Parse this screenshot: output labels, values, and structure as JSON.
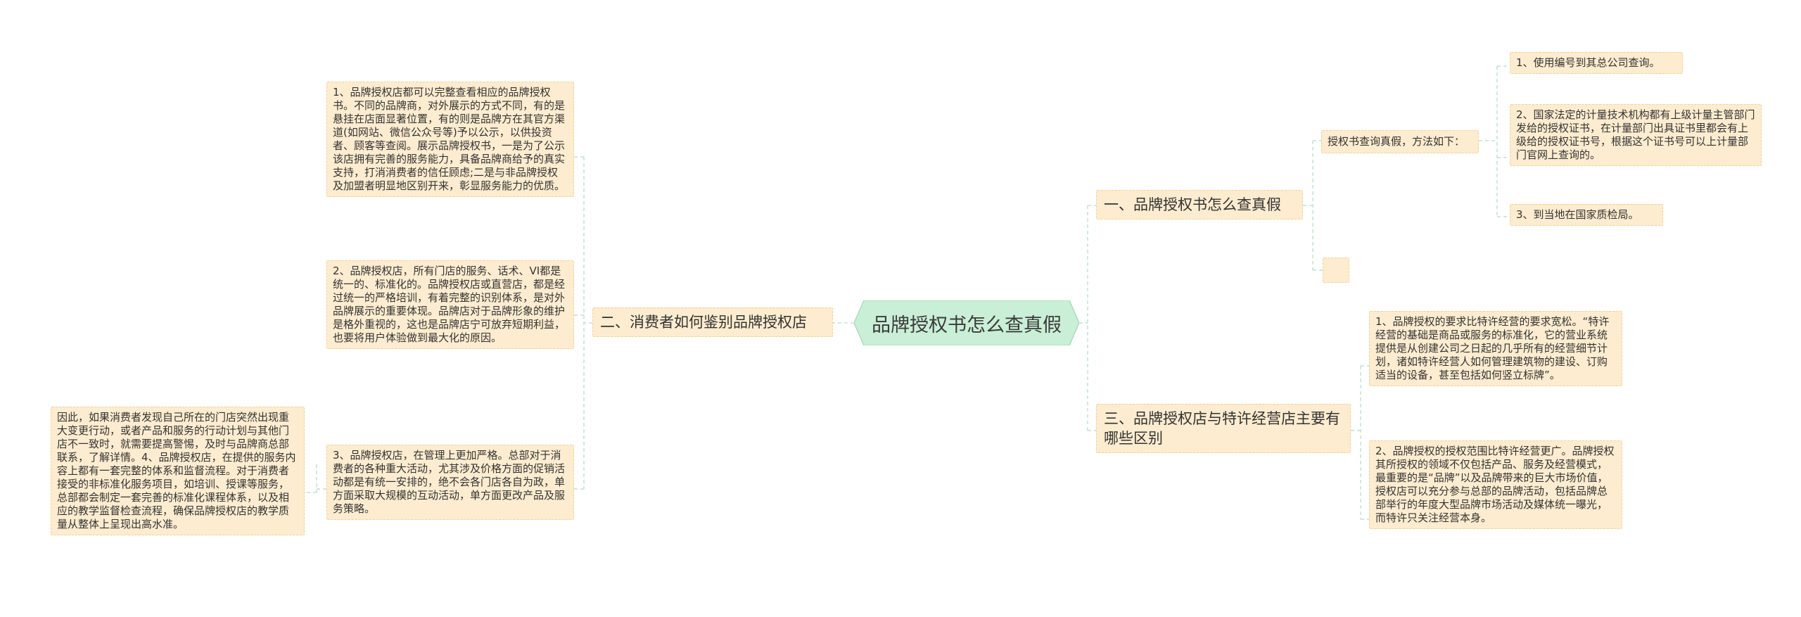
{
  "center": {
    "title": "品牌授权书怎么查真假"
  },
  "left": {
    "branch": "二、消费者如何鉴别品牌授权店",
    "items": [
      "1、品牌授权店都可以完整查看相应的品牌授权书。不同的品牌商，对外展示的方式不同，有的是悬挂在店面显著位置，有的则是品牌方在其官方渠道(如网站、微信公众号等)予以公示，以供投资者、顾客等查阅。展示品牌授权书，一是为了公示该店拥有完善的服务能力，具备品牌商给予的真实支持，打消消费者的信任顾虑;二是与非品牌授权及加盟者明显地区别开来，彰显服务能力的优质。",
      "2、品牌授权店，所有门店的服务、话术、VI都是统一的、标准化的。品牌授权店或直营店，都是经过统一的严格培训，有着完整的识别体系，是对外品牌展示的重要体现。品牌店对于品牌形象的维护是格外重视的，这也是品牌店宁可放弃短期利益，也要将用户体验做到最大化的原因。",
      "3、品牌授权店，在管理上更加严格。总部对于消费者的各种重大活动，尤其涉及价格方面的促销活动都是有统一安排的，绝不会各门店各自为政，单方面采取大规模的互动活动，单方面更改产品及服务策略。"
    ],
    "sub_item": "因此，如果消费者发现自己所在的门店突然出现重大变更行动，或者产品和服务的行动计划与其他门店不一致时，就需要提高警惕，及时与品牌商总部联系，了解详情。4、品牌授权店，在提供的服务内容上都有一套完整的体系和监督流程。对于消费者接受的非标准化服务项目，如培训、授课等服务，总部都会制定一套完善的标准化课程体系，以及相应的教学监督检查流程，确保品牌授权店的教学质量从整体上呈现出高水准。"
  },
  "right_top": {
    "branch": "一、品牌授权书怎么查真假",
    "method_label": "授权书查询真假，方法如下：",
    "methods": [
      "1、使用编号到其总公司查询。",
      "2、国家法定的计量技术机构都有上级计量主管部门发给的授权证书，在计量部门出具证书里都会有上级给的授权证书号，根据这个证书号可以上计量部门官网上查询的。",
      "3、到当地在国家质检局。"
    ]
  },
  "right_bottom": {
    "branch": "三、品牌授权店与特许经营店主要有哪些区别",
    "items": [
      "1、品牌授权的要求比特许经营的要求宽松。“特许经营的基础是商品或服务的标准化，它的营业系统提供是从创建公司之日起的几乎所有的经营细节计划，诸如特许经营人如何管理建筑物的建设、订购适当的设备，甚至包括如何竖立标牌”。",
      "2、品牌授权的授权范围比特许经营更广。品牌授权其所授权的领域不仅包括产品、服务及经营模式，最重要的是“品牌”以及品牌带来的巨大市场价值，授权店可以充分参与总部的品牌活动，包括品牌总部举行的年度大型品牌市场活动及媒体统一曝光，而特许只关注经营本身。"
    ]
  },
  "colors": {
    "center_fill": "#c9efd6",
    "box_fill": "#fdeccf",
    "box_border": "#f3d29a",
    "link": "#bfe3cf"
  }
}
